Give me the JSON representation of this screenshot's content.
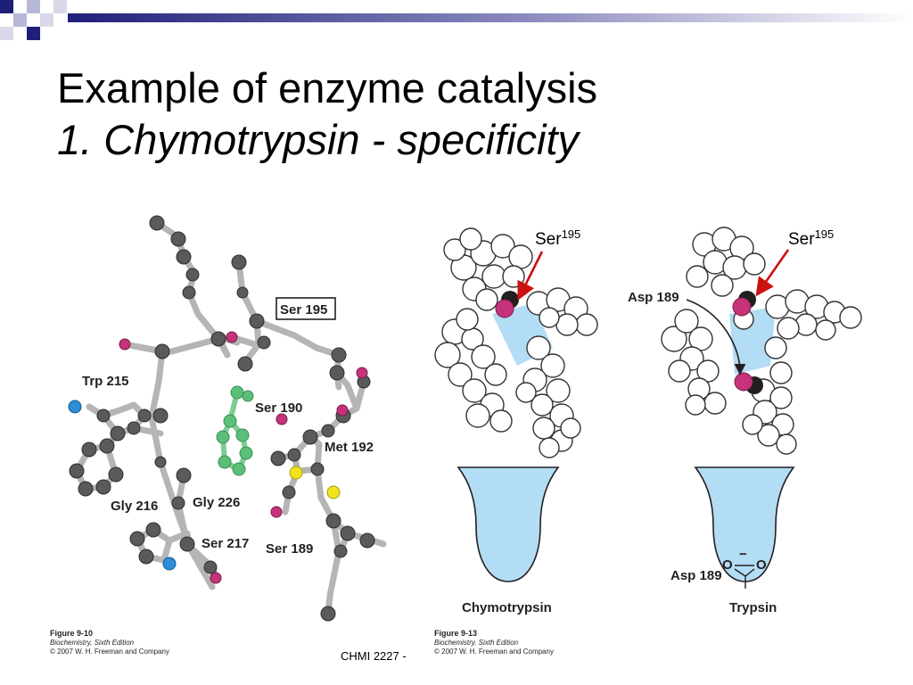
{
  "slide": {
    "title_line1": "Example of enzyme catalysis",
    "title_line2": "1. Chymotrypsin - specificity",
    "footer": "CHMI 2227 -"
  },
  "figure_left": {
    "labels": {
      "ser195": "Ser 195",
      "trp215": "Trp 215",
      "ser190": "Ser 190",
      "met192": "Met 192",
      "gly216": "Gly 216",
      "gly226": "Gly 226",
      "ser217": "Ser 217",
      "ser189": "Ser 189"
    },
    "caption": {
      "fig": "Figure 9-10",
      "book": "Biochemistry, Sixth Edition",
      "copy": "© 2007 W. H. Freeman and Company"
    }
  },
  "figure_right": {
    "ser_base": "Ser",
    "ser_sup": "195",
    "asp189": "Asp 189",
    "chymotrypsin": "Chymotrypsin",
    "trypsin": "Trypsin",
    "minus": "−",
    "oxygen": "O",
    "caption": {
      "fig": "Figure 9-13",
      "book": "Biochemistry, Sixth Edition",
      "copy": "© 2007 W. H. Freeman and Company"
    }
  },
  "colors": {
    "accent_navy": "#1f1f7a",
    "pocket_blue": "#b3dcf5",
    "arrow_red": "#cc1111",
    "phe_green": "#5bbf78",
    "oxygen_magenta": "#c6337a",
    "sulfur_yellow": "#f2e21b",
    "nitrogen_blue": "#2b8ed6"
  }
}
